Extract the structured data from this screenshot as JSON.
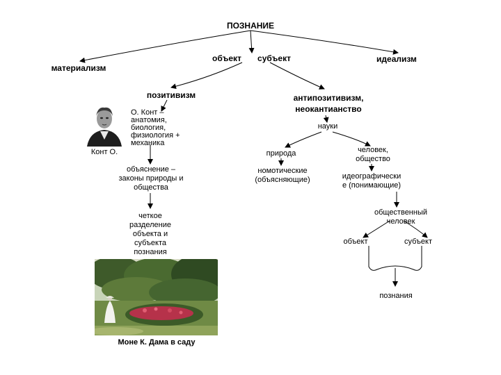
{
  "diagram": {
    "root": "ПОЗНАНИЕ",
    "object": "объект",
    "subject": "субъект",
    "materialism": "материализм",
    "idealism": "идеализм",
    "positivism": "позитивизм",
    "antipositivism": "антипозитивизм,\nнеокантианство",
    "comte_note": "О. Конт –\nанатомия,\nбиология,\nфизиология +\nмеханика",
    "comte_caption": "Конт О.",
    "explanation": "объяснение –\nзаконы природы и\nобщества",
    "separation": "четкое\nразделение\nобъекта и\nсубъекта\nпознания",
    "sciences": "науки",
    "nature": "природа",
    "human_society": "человек,\nобщество",
    "nomothetic": "номотические\n(объясняющие)",
    "ideographic": "идеографически\nе (понимающие)",
    "social_human": "общественный\nчеловек",
    "object2": "объект",
    "subject2": "субъект",
    "cognition": "познания",
    "painting_caption": "Моне К. Дама в саду"
  },
  "colors": {
    "line": "#000000",
    "text": "#000000"
  }
}
